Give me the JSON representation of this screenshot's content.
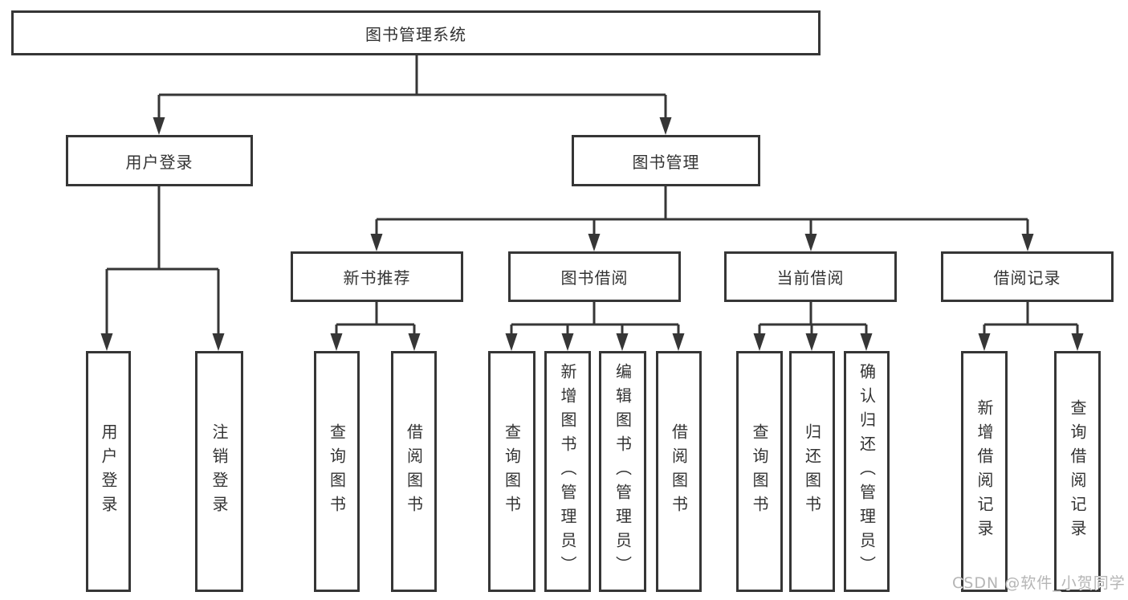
{
  "tree": {
    "label": "图书管理系统",
    "children": [
      {
        "label": "用户登录",
        "children": [
          {
            "label": "用户登录"
          },
          {
            "label": "注销登录"
          }
        ]
      },
      {
        "label": "图书管理",
        "children": [
          {
            "label": "新书推荐",
            "children": [
              {
                "label": "查询图书"
              },
              {
                "label": "借阅图书"
              }
            ]
          },
          {
            "label": "图书借阅",
            "children": [
              {
                "label": "查询图书"
              },
              {
                "label": "新增图书（管理员）"
              },
              {
                "label": "编辑图书（管理员）"
              },
              {
                "label": "借阅图书"
              }
            ]
          },
          {
            "label": "当前借阅",
            "children": [
              {
                "label": "查询图书"
              },
              {
                "label": "归还图书"
              },
              {
                "label": "确认归还（管理员）"
              }
            ]
          },
          {
            "label": "借阅记录",
            "children": [
              {
                "label": "新增借阅记录"
              },
              {
                "label": "查询借阅记录"
              }
            ]
          }
        ]
      }
    ]
  },
  "watermark": {
    "text": "CSDN @软件_小贺同学"
  },
  "colors": {
    "line": "#363636",
    "border": "#363636",
    "text": "#333333",
    "background": "#ffffff",
    "watermark": "#b5b5b5"
  }
}
